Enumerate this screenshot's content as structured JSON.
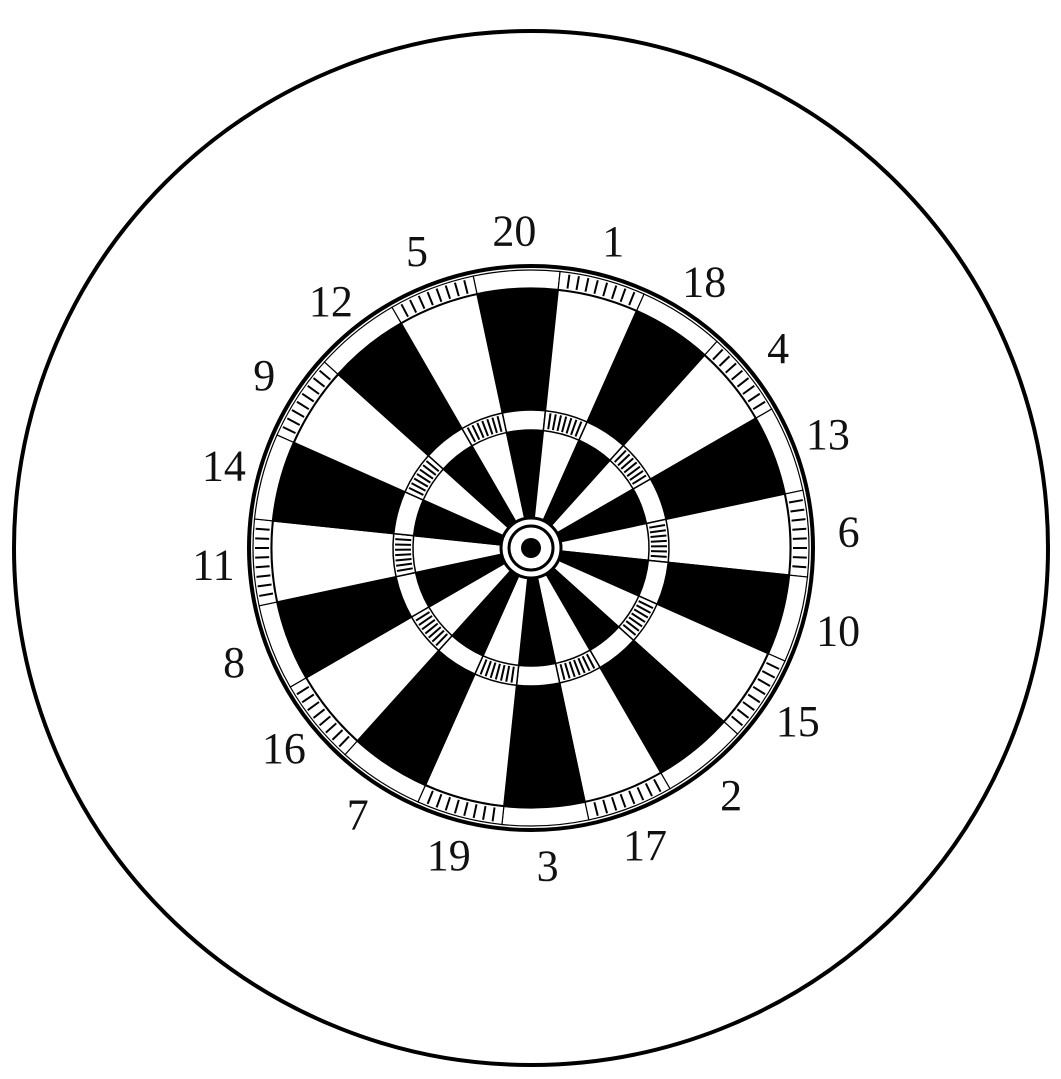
{
  "dartboard": {
    "numbers": [
      "20",
      "1",
      "18",
      "4",
      "13",
      "6",
      "10",
      "15",
      "2",
      "17",
      "3",
      "19",
      "7",
      "16",
      "8",
      "11",
      "14",
      "9",
      "12",
      "5"
    ],
    "segment_colors": [
      "#000000",
      "#ffffff"
    ],
    "ring_color": "#ffffff",
    "line_color": "#000000",
    "background_color": "#ffffff"
  }
}
